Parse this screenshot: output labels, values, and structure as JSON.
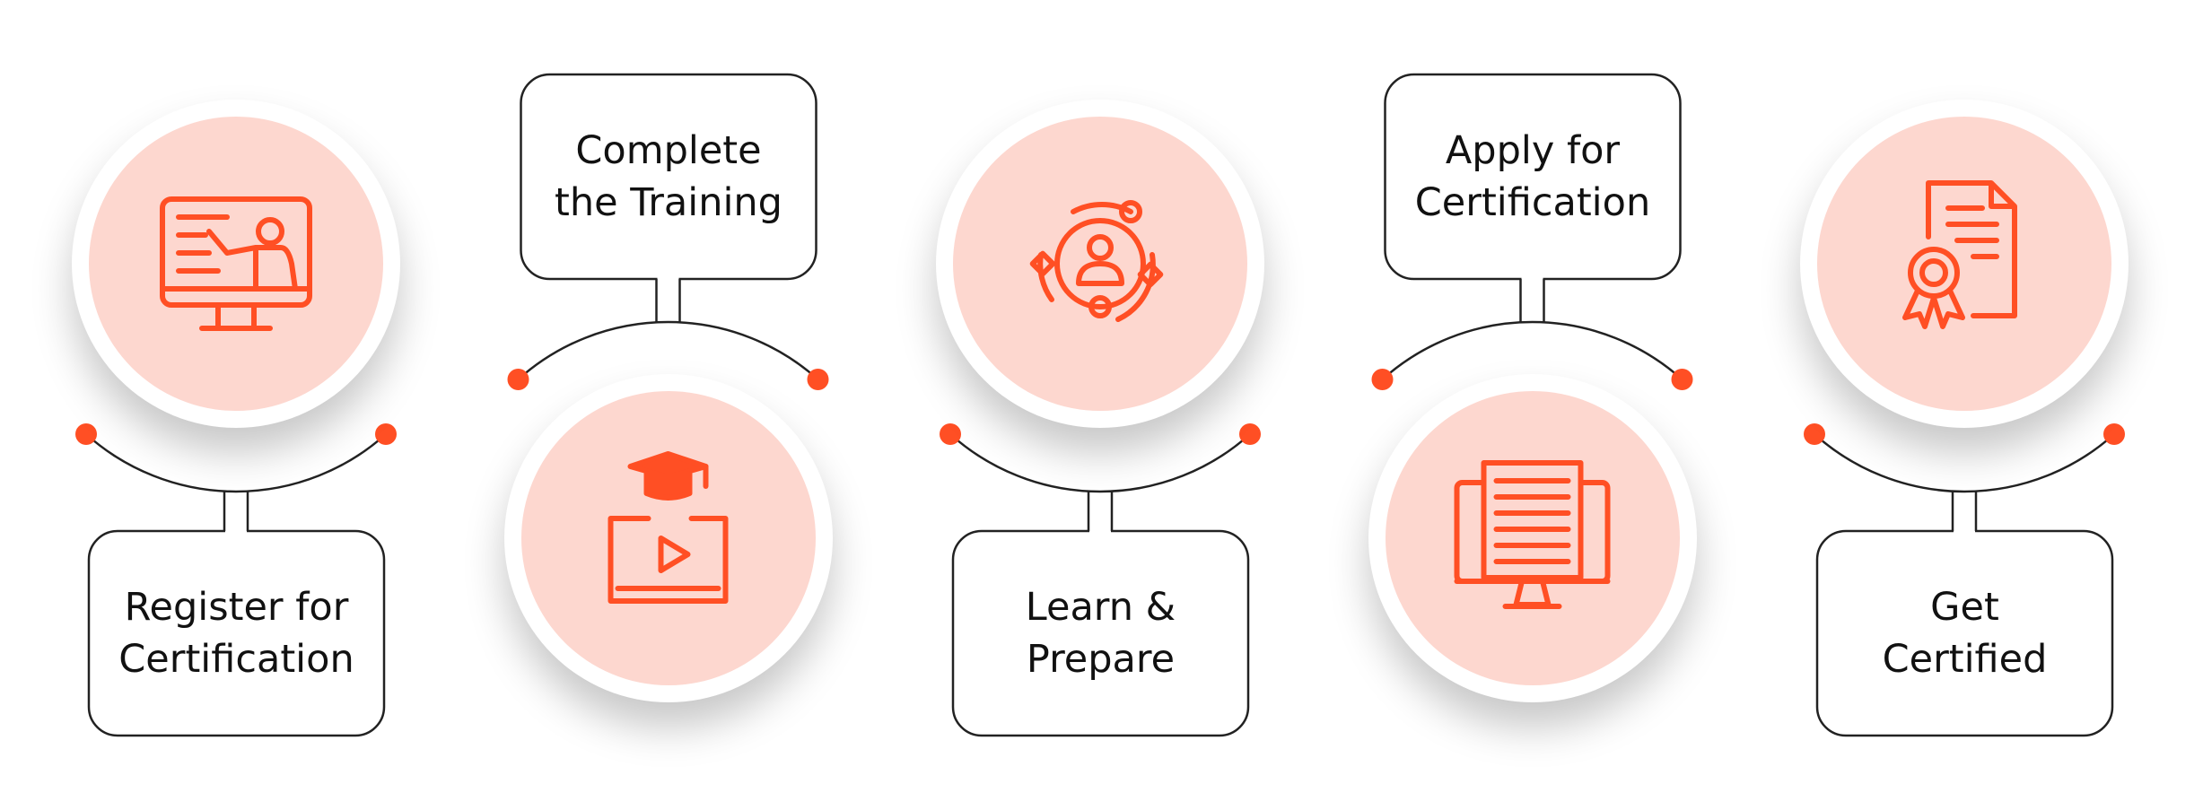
{
  "colors": {
    "accent": "#FF4F24",
    "circle_fill": "#FDD7CF",
    "line": "#222222"
  },
  "steps": [
    {
      "line1": "Register for",
      "line2": "Certification",
      "icon": "online-teaching-monitor-icon"
    },
    {
      "line1": "Complete",
      "line2": "the Training",
      "icon": "video-course-graduation-cap-icon"
    },
    {
      "line1": "Learn &",
      "line2": "Prepare",
      "icon": "learner-cycle-icon"
    },
    {
      "line1": "Apply for",
      "line2": "Certification",
      "icon": "online-application-monitor-icon"
    },
    {
      "line1": "Get",
      "line2": "Certified",
      "icon": "certificate-document-icon"
    }
  ]
}
